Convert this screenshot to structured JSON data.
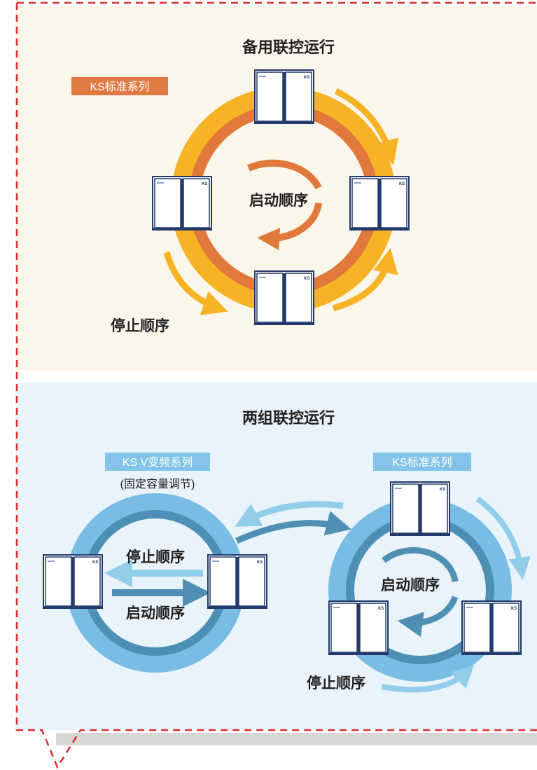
{
  "top_panel": {
    "title": "备用联控运行",
    "series_tag": "KS标准系列",
    "start_label": "启动顺序",
    "stop_label": "停止顺序",
    "colors": {
      "bg": "#fbf6ea",
      "ring_outer": "#f5b325",
      "ring_inner": "#e1793d",
      "tag_bg": "#e07a42",
      "arrow": "#f5b325",
      "arrow_inner": "#e1793d"
    }
  },
  "bottom_panel": {
    "title": "两组联控运行",
    "left_group": {
      "series_tag": "KS V变频系列",
      "note": "(固定容量调节)",
      "stop_label": "停止顺序",
      "start_label": "启动顺序"
    },
    "right_group": {
      "series_tag": "KS标准系列",
      "start_label": "启动顺序",
      "stop_label": "停止顺序"
    },
    "colors": {
      "bg": "#e8f3fb",
      "ring_outer": "#79bde4",
      "ring_inner": "#4e8fb5",
      "tag_bg": "#84c4e8",
      "arrow_light": "#92cdea",
      "arrow_dark": "#4f8fb4"
    }
  },
  "unit": {
    "badge_text": "KS",
    "frame": "#233a6b"
  },
  "frame": {
    "dash_color": "#d9302b"
  }
}
